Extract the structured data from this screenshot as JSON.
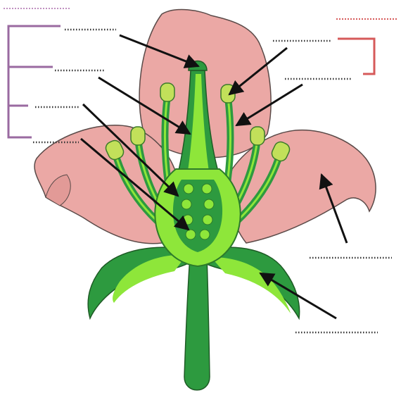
{
  "diagram": {
    "kind": "flower-structure-worksheet",
    "labels_text": [],
    "blank_label_lines": 8,
    "group_brackets": 2,
    "colors": {
      "petal": "#eba8a5",
      "petal_outline": "#5a4a48",
      "sepal_dark": "#2d9a3f",
      "sepal_light": "#8ee63a",
      "stalk": "#2d9a3f",
      "anther": "#c2e05a",
      "ovary_light": "#8ee63a",
      "ovary_dark": "#2d9a3f",
      "leader_line": "#111111",
      "blank_line": "#333333",
      "bracket_female": "#9a6aa0",
      "bracket_male": "#d65a5a"
    }
  }
}
